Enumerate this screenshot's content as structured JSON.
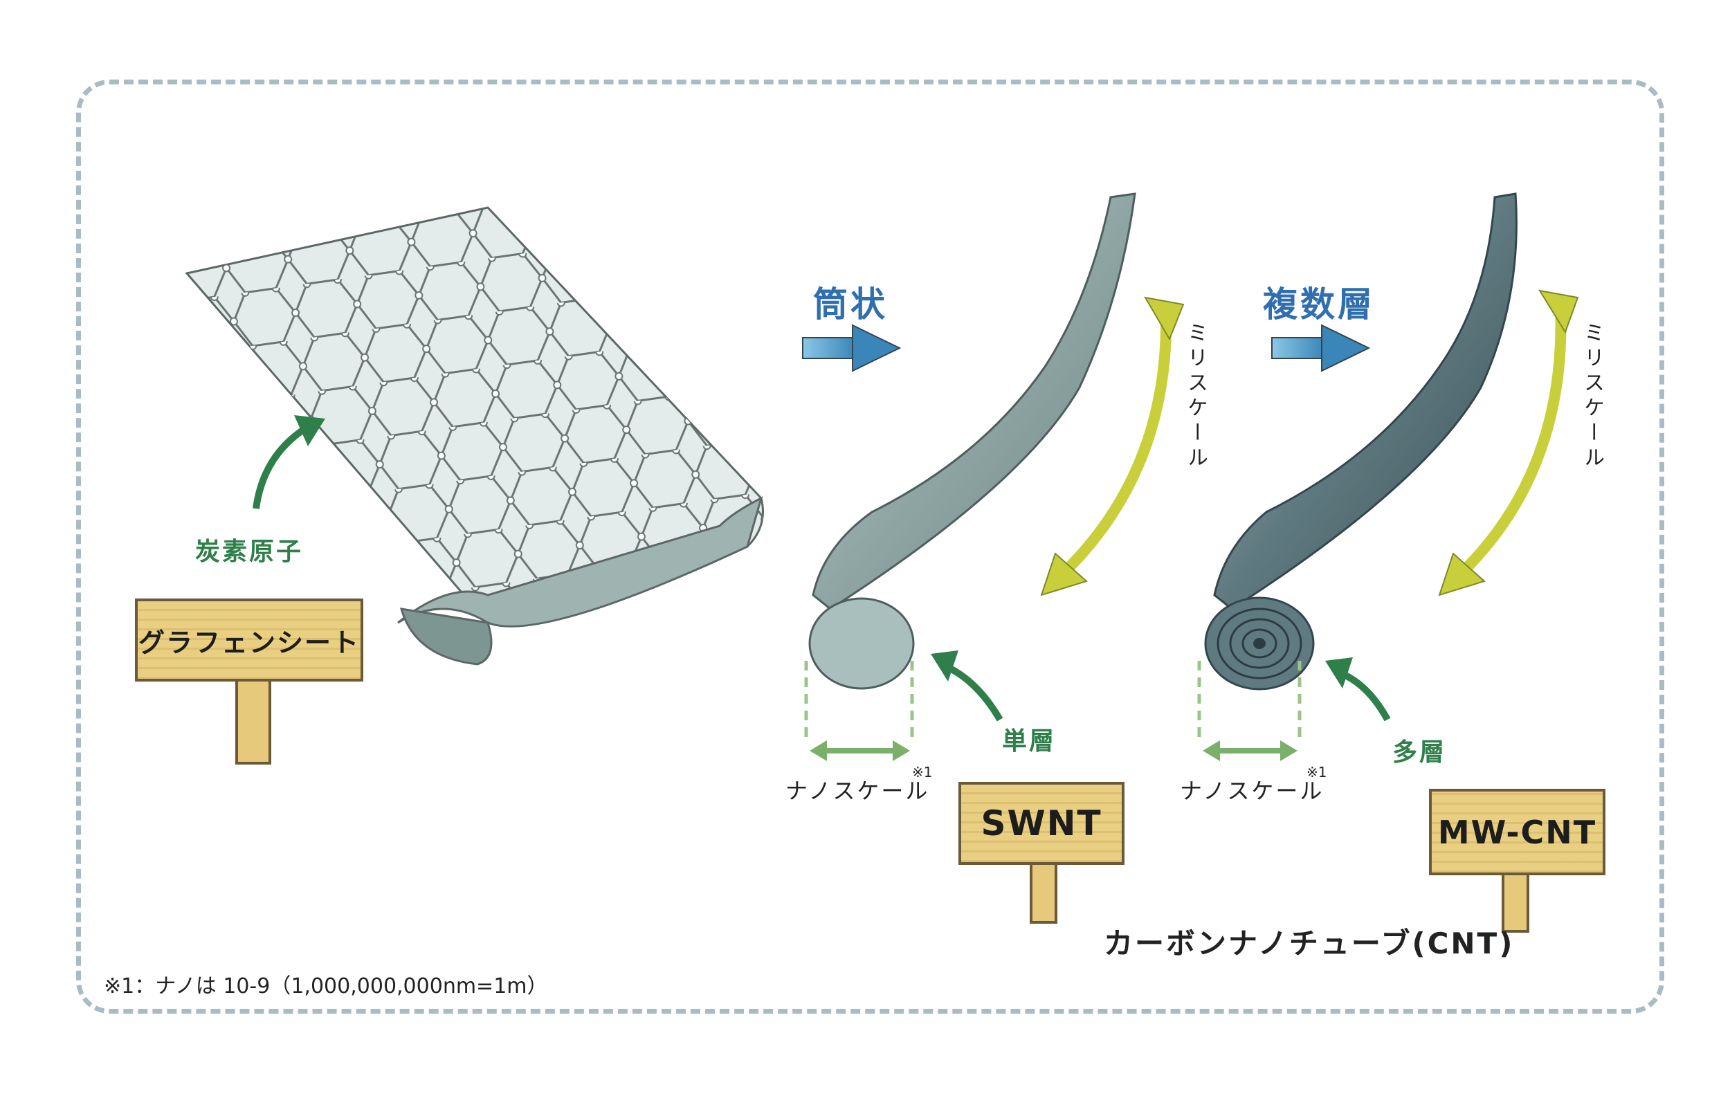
{
  "labels": {
    "arrow_tube": "筒状",
    "arrow_multi": "複数層",
    "carbon_atom": "炭素原子",
    "single_layer": "単層",
    "multi_layer": "多層",
    "milliscale": "ミリスケール",
    "nanoscale": "ナノスケール",
    "footnote_mark": "※1"
  },
  "signs": {
    "graphene": "グラフェンシート",
    "swnt": "SWNT",
    "mwcnt": "MW-CNT"
  },
  "title": "カーボンナノチューブ(CNT)",
  "footnote": "※1：ナノは 10-9（1,000,000,000nm=1m）",
  "colors": {
    "frame": "#a8bcc3",
    "heading_blue": "#2f6fb0",
    "label_green": "#2f7f4a",
    "arrow_yellow": "#c9cf3a",
    "tube_gray": "#8fa6a4",
    "sign_wood": "#e9cf82"
  },
  "icons": {
    "process_arrow": "right-arrow-icon",
    "pointer_arrow": "curved-arrow-icon",
    "scale_arrow": "double-arrow-icon"
  }
}
